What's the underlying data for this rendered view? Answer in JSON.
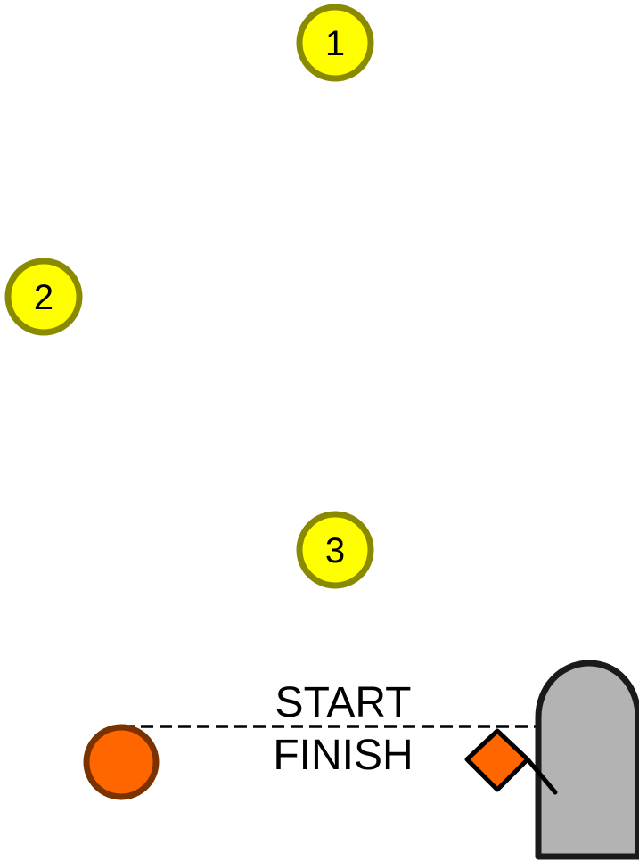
{
  "course": {
    "marks": [
      {
        "label": "1"
      },
      {
        "label": "2"
      },
      {
        "label": "3"
      }
    ],
    "start_label": "START",
    "finish_label": "FINISH"
  },
  "colors": {
    "mark_fill": "#ffff00",
    "mark_stroke": "#8a8a00",
    "pin_buoy_fill": "#ff6600",
    "pin_buoy_stroke": "#7a3300",
    "flag_fill": "#ff6600",
    "committee_boat_fill": "#b3b3b3",
    "outline": "#1a1a1a"
  },
  "icons": {
    "pin_end": "orange-buoy-icon",
    "committee_boat": "committee-boat-icon",
    "flag": "orange-flag-icon"
  }
}
